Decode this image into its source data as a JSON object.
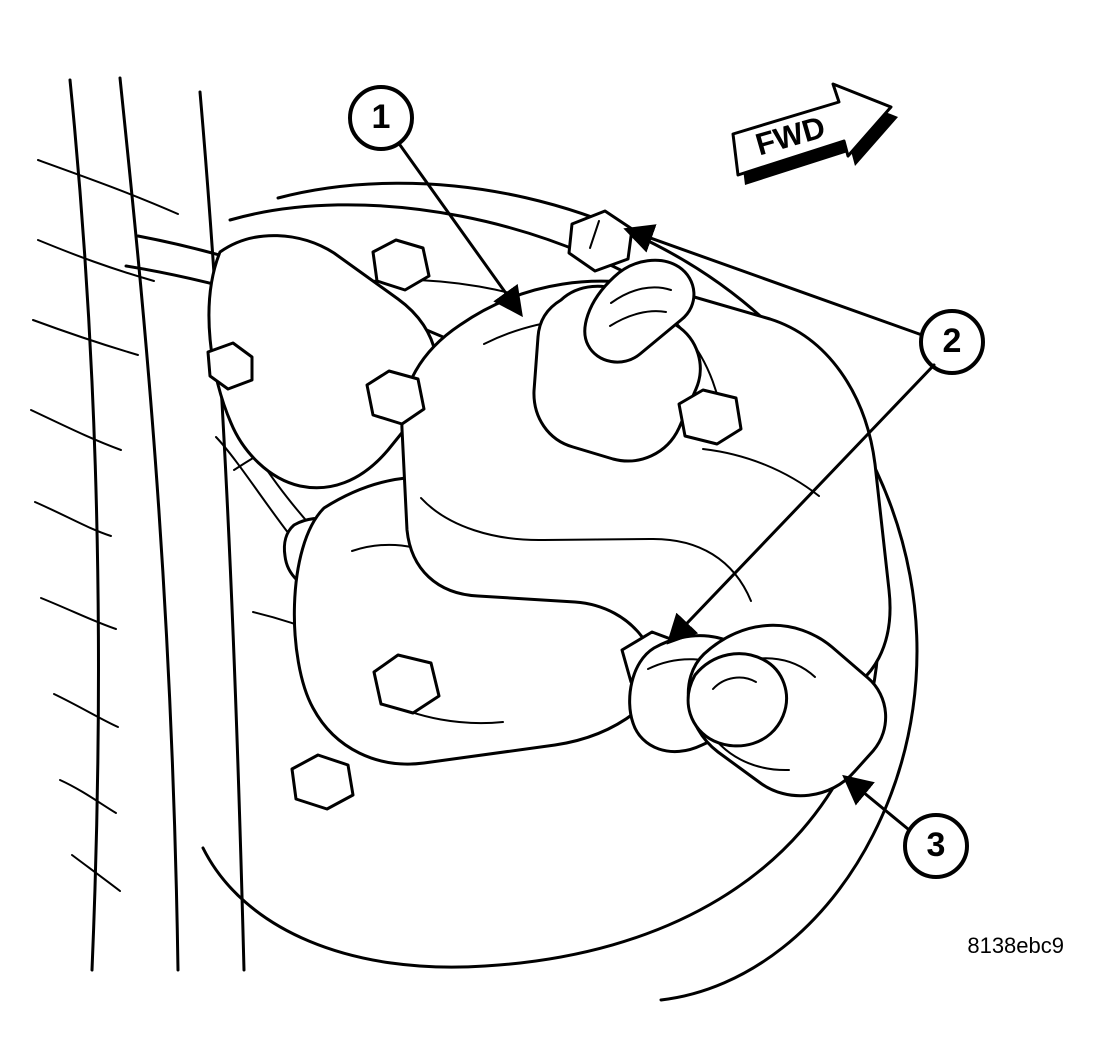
{
  "direction_label": "FWD",
  "figure_code": "8138ebc9",
  "callouts": [
    {
      "label": "1"
    },
    {
      "label": "2"
    },
    {
      "label": "3"
    }
  ]
}
